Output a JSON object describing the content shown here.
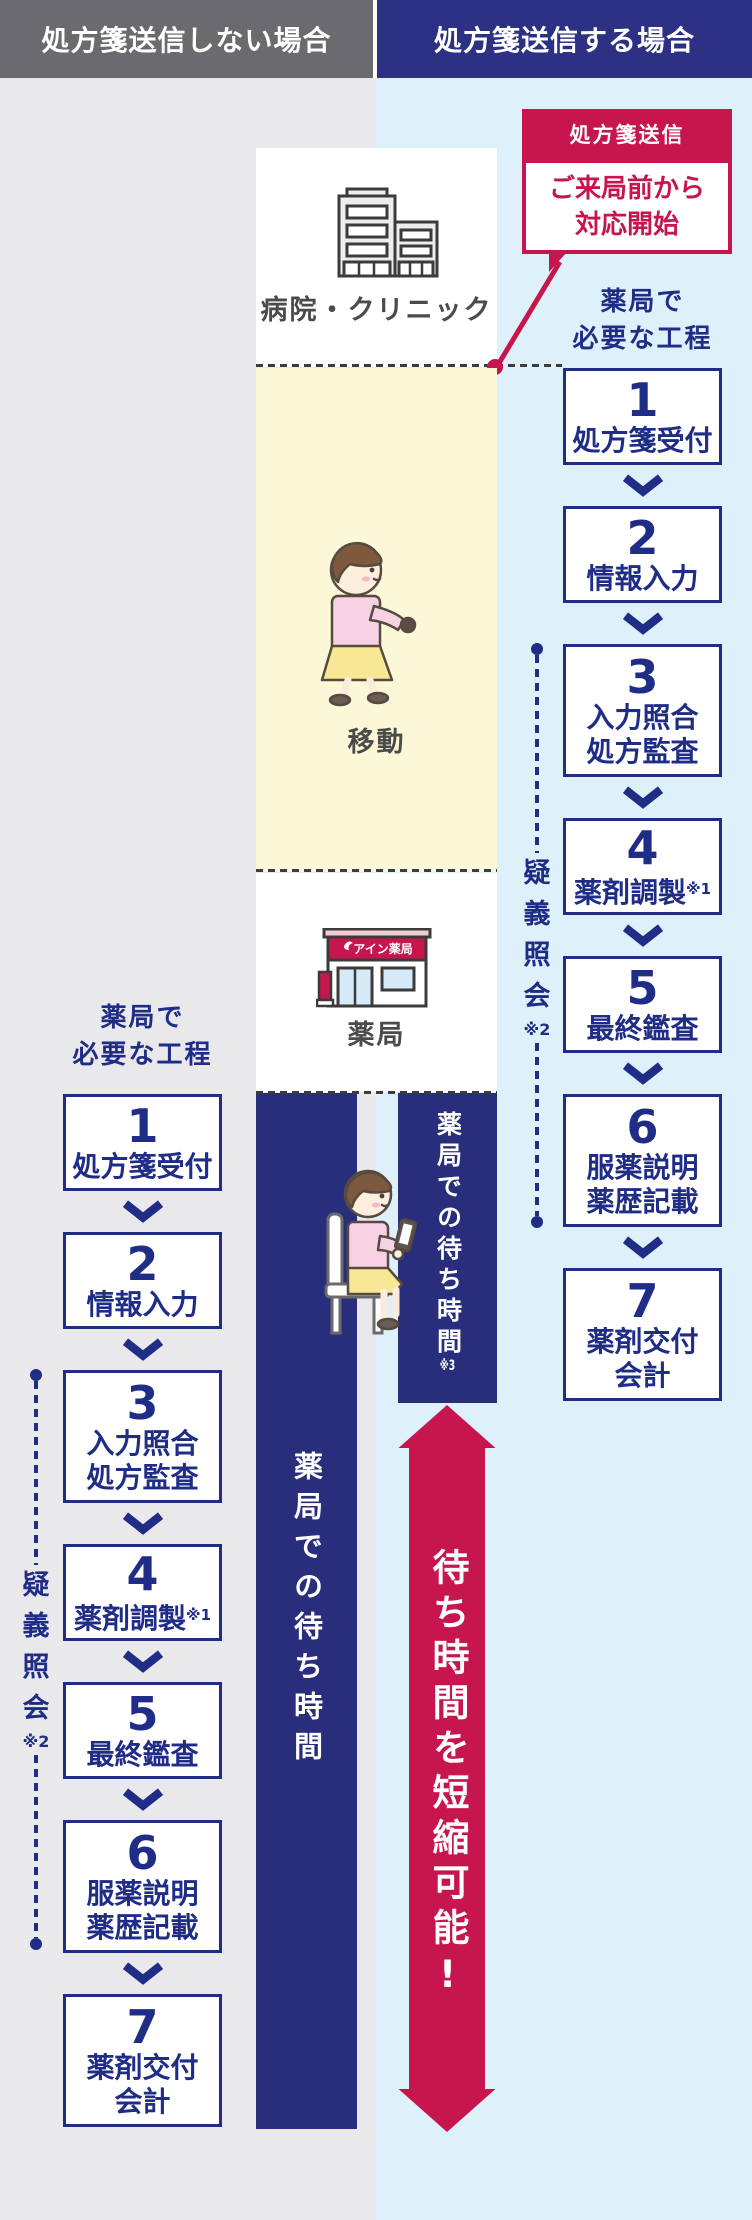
{
  "colors": {
    "navy_text": "#202d87",
    "navy_bar": "#282e7c",
    "navy_header": "#2c3184",
    "crimson": "#c6164d",
    "gray_header": "#6a6a6f",
    "bg_left": "#e9e9eb",
    "bg_right": "#def0f9",
    "yellow": "#fcf7d7",
    "label_gray": "#4b4b4b"
  },
  "header": {
    "left": "処方箋送信しない場合",
    "right": "処方箋送信する場合"
  },
  "badge": {
    "title": "処方箋送信",
    "body_line1": "ご来局前から",
    "body_line2": "対応開始"
  },
  "locations": {
    "hospital": "病院・クリニック",
    "move": "移動",
    "pharmacy": "薬局",
    "pharmacy_sign": "アイン薬局"
  },
  "process_heading": {
    "line1": "薬局で",
    "line2": "必要な工程"
  },
  "steps": [
    {
      "num": "1",
      "lines": [
        "処方箋受付"
      ],
      "note": ""
    },
    {
      "num": "2",
      "lines": [
        "情報入力"
      ],
      "note": ""
    },
    {
      "num": "3",
      "lines": [
        "入力照合",
        "処方監査"
      ],
      "note": ""
    },
    {
      "num": "4",
      "lines": [
        "薬剤調製"
      ],
      "note": "※1"
    },
    {
      "num": "5",
      "lines": [
        "最終鑑査"
      ],
      "note": ""
    },
    {
      "num": "6",
      "lines": [
        "服薬説明",
        "薬歴記載"
      ],
      "note": ""
    },
    {
      "num": "7",
      "lines": [
        "薬剤交付",
        "会計"
      ],
      "note": ""
    }
  ],
  "inquiry": {
    "chars": [
      "疑",
      "義",
      "照",
      "会"
    ],
    "note": "※2"
  },
  "wait": {
    "left_bar": "薬局での待ち時間",
    "right_bar": "薬局での待ち時間",
    "right_note": "※3"
  },
  "arrow": {
    "text": "待ち時間を短縮可能!"
  },
  "icons": {
    "hospital": "hospital-building-icon",
    "walking": "walking-woman-icon",
    "pharmacy": "pharmacy-storefront-icon",
    "sitting": "sitting-woman-phone-icon",
    "chevron": "step-arrow-icon",
    "double_arrow": "shorten-wait-arrow"
  }
}
